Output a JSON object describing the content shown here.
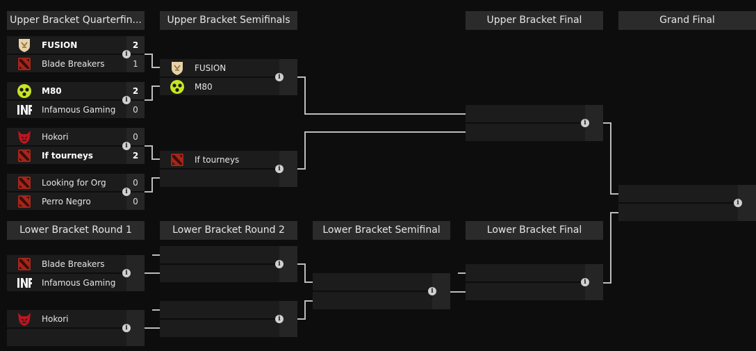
{
  "headers": {
    "ubqf": "Upper Bracket Quarterfin...",
    "ubsf": "Upper Bracket Semifinals",
    "ubf": "Upper Bracket Final",
    "gf": "Grand Final",
    "lbr1": "Lower Bracket Round 1",
    "lbr2": "Lower Bracket Round 2",
    "lbsf": "Lower Bracket Semifinal",
    "lbf": "Lower Bracket Final"
  },
  "info_glyph": "i",
  "matches": {
    "ubqf1": {
      "t0": {
        "name": "FUSION",
        "score": "2",
        "logo": "fusion-logo-icon"
      },
      "t1": {
        "name": "Blade Breakers",
        "score": "1",
        "logo": "dota-logo-icon"
      }
    },
    "ubqf2": {
      "t0": {
        "name": "M80",
        "score": "2",
        "logo": "m80-logo-icon"
      },
      "t1": {
        "name": "Infamous Gaming",
        "score": "0",
        "logo": "infamous-logo-icon"
      }
    },
    "ubqf3": {
      "t0": {
        "name": "Hokori",
        "score": "0",
        "logo": "hokori-logo-icon"
      },
      "t1": {
        "name": "If tourneys",
        "score": "2",
        "logo": "dota-logo-icon"
      }
    },
    "ubqf4": {
      "t0": {
        "name": "Looking for Org",
        "score": "0",
        "logo": "dota-logo-icon"
      },
      "t1": {
        "name": "Perro Negro",
        "score": "0",
        "logo": "dota-logo-icon"
      }
    },
    "ubsf1": {
      "t0": {
        "name": "FUSION",
        "logo": "fusion-logo-icon"
      },
      "t1": {
        "name": "M80",
        "logo": "m80-logo-icon"
      }
    },
    "ubsf2": {
      "t0": {
        "name": "If tourneys",
        "logo": "dota-logo-icon"
      },
      "t1": {
        "name": ""
      }
    },
    "lbr1a": {
      "t0": {
        "name": "Blade Breakers",
        "logo": "dota-logo-icon"
      },
      "t1": {
        "name": "Infamous Gaming",
        "logo": "infamous-logo-icon"
      }
    },
    "lbr1b": {
      "t0": {
        "name": "Hokori",
        "logo": "hokori-logo-icon"
      },
      "t1": {
        "name": ""
      }
    }
  },
  "colors": {
    "background": "#0d0d0d",
    "header": "#2b2b2b",
    "row": "#1c1c1c",
    "score_cell": "#252525",
    "line": "#bdbdbd"
  }
}
